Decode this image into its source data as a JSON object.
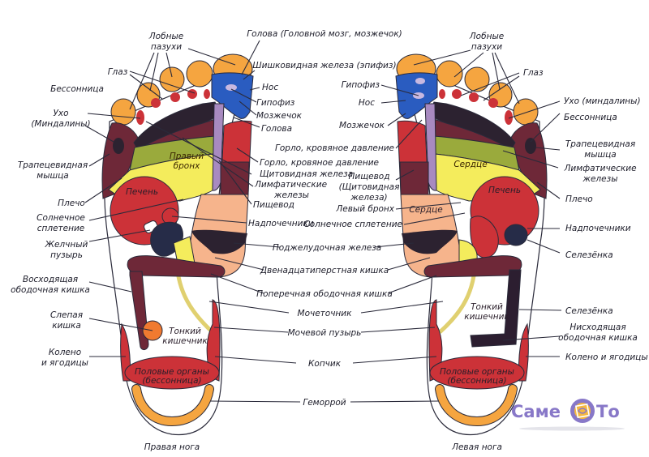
{
  "title": "Reflexology foot map",
  "colors": {
    "toe": "#f5a540",
    "head_blue": "#2a5cc0",
    "dark_band": "#2c2230",
    "maroon": "#6e2838",
    "red": "#cc3238",
    "green": "#9aaa3c",
    "yellow": "#f4ec5c",
    "purple": "#a88ac0",
    "peach": "#f6b48c",
    "navy": "#262c48",
    "orange": "#f07a30",
    "logo": "#8878c8"
  },
  "right_foot": {
    "caption": "Правая нога",
    "inner_labels": {
      "right_bronchus": "Правый бронх",
      "liver": "Печень",
      "small_intestine": "Тонкий кишечник",
      "genitals": "Половые органы (бессонница)"
    },
    "left_labels": [
      "Лобные пазухи",
      "Глаз",
      "Бессонница",
      "Ухо (Миндалины)",
      "Трапецевидная мышца",
      "Плечо",
      "Солнечное сплетение",
      "Желчный пузырь",
      "Восходящая ободочная кишка",
      "Слепая кишка",
      "Колено и ягодицы"
    ],
    "right_labels": [
      "Голова (Головной мозг, мозжечок)",
      "Шишковидная железа (эпифиз)",
      "Нос",
      "Гипофиз",
      "Мозжечок",
      "Голова",
      "Горло, кровяное давление",
      "Щитовидная железа",
      "Лимфатические железы",
      "Пищевод",
      "Надпочечники"
    ]
  },
  "left_foot": {
    "caption": "Левая нога",
    "inner_labels": {
      "heart_upper": "Сердце",
      "heart_lower": "Сердце",
      "liver": "Печень",
      "small_intestine": "Тонкий кишечник",
      "genitals": "Половые органы (бессонница)"
    },
    "left_labels": [
      "Гипофиз",
      "Нос",
      "Мозжечок",
      "Горло, кровяное давление",
      "Пищевод (Щитовидная железа)",
      "Левый бронх",
      "Солнечное сплетение"
    ],
    "right_labels": [
      "Лобные пазухи",
      "Глаз",
      "Ухо (миндалины)",
      "Бессонница",
      "Трапецевидная мышца",
      "Лимфатические железы",
      "Плечо",
      "Надпочечники",
      "Селезёнка",
      "Селезёнка",
      "Нисходящая ободочная кишка",
      "Колено и ягодицы"
    ]
  },
  "shared_labels": [
    "Поджелудочная железа",
    "Двенадцатиперстная кишка",
    "Поперечная ободочная кишка",
    "Мочеточник",
    "Мочевой пузырь",
    "Копчик",
    "Геморрой"
  ],
  "logo": {
    "left": "Саме",
    "right": "То"
  }
}
